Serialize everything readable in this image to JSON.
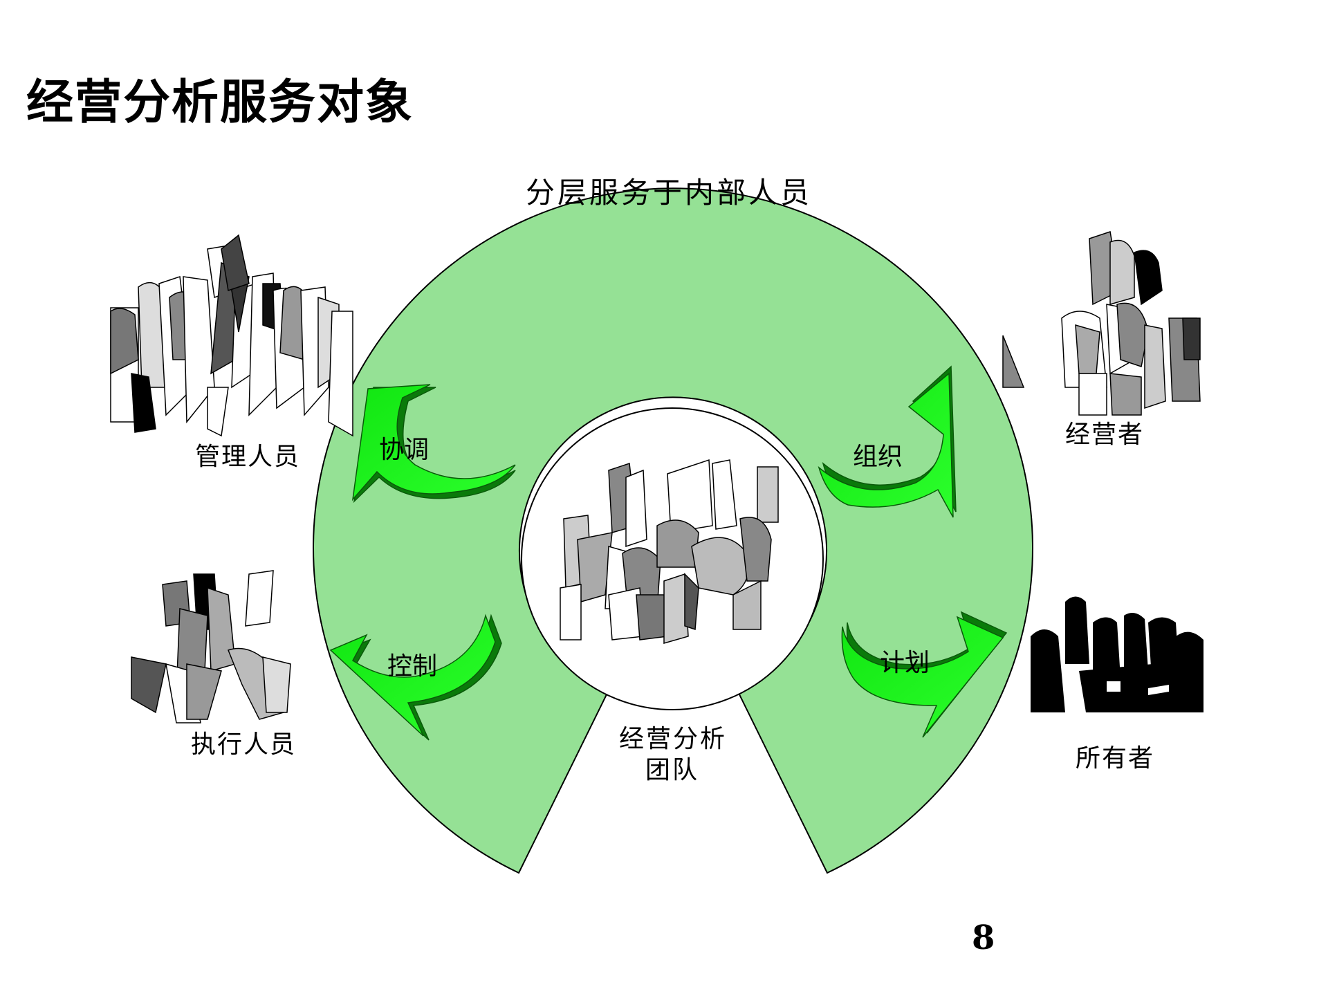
{
  "title": "经营分析服务对象",
  "ring_title": "分层服务于内部人员",
  "center_label_line1": "经营分析",
  "center_label_line2": "团队",
  "arrows": {
    "upper_left": "协调",
    "lower_left": "控制",
    "upper_right": "组织",
    "lower_right": "计划"
  },
  "groups": {
    "managers": "管理人员",
    "executors": "执行人员",
    "operators": "经营者",
    "owners": "所有者"
  },
  "page_number": "8",
  "colors": {
    "ring_fill": "#95E195",
    "arrow_bright": "#1AF01A",
    "arrow_dark": "#0A8A0A",
    "ink": "#000000"
  }
}
